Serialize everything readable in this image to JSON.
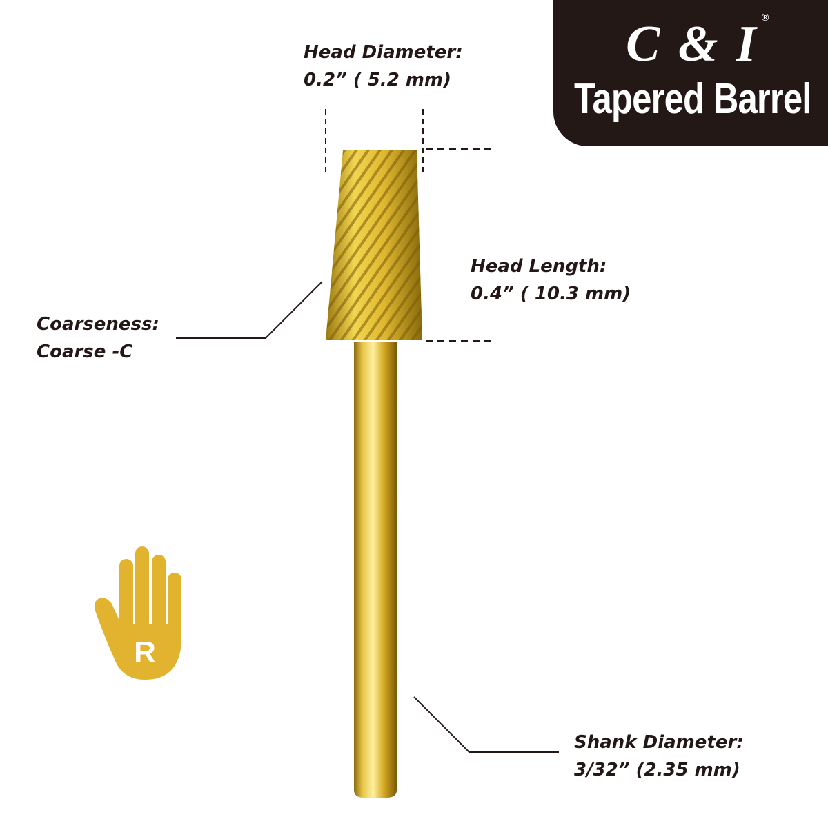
{
  "brand": {
    "logo": "C & I",
    "registered": "®",
    "product_title": "Tapered Barrel"
  },
  "specs": {
    "head_diameter": {
      "label": "Head Diameter:",
      "value": "0.2” (  5.2 mm)"
    },
    "head_length": {
      "label": "Head Length:",
      "value": "0.4” ( 10.3 mm)"
    },
    "coarseness": {
      "label": "Coarseness:",
      "value": "Coarse -C"
    },
    "shank_diameter": {
      "label": "Shank Diameter:",
      "value": "3/32” (2.35 mm)"
    }
  },
  "hand_badge": {
    "letter": "R",
    "icon": "right-hand-icon"
  },
  "colors": {
    "badge": "#231815",
    "gold": "#e2b32f",
    "text": "#231815"
  }
}
